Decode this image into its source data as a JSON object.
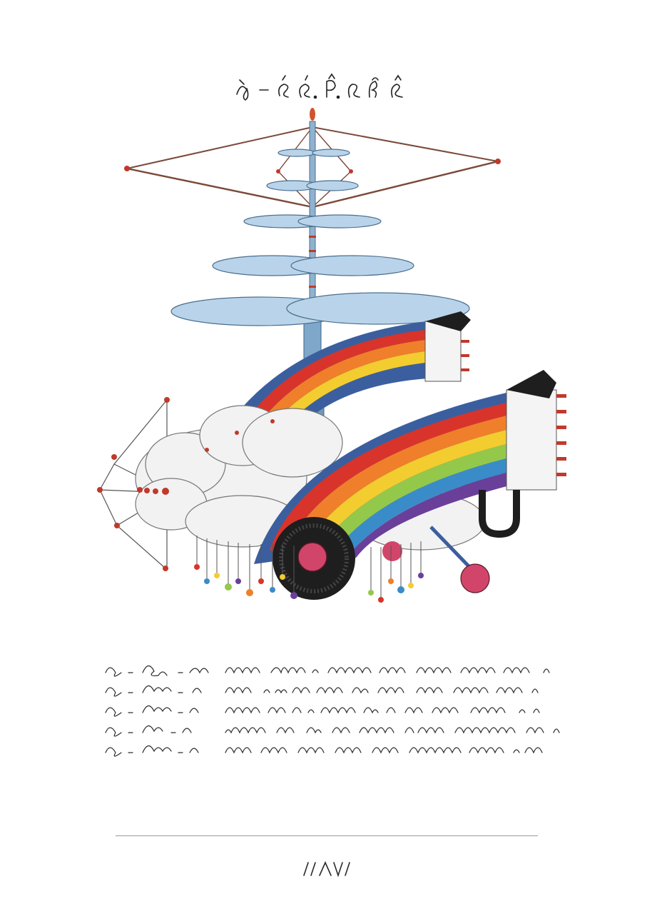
{
  "page": {
    "background": "#ffffff",
    "ink_color": "#222222"
  },
  "title_script": {
    "kind": "invented-script",
    "icon": "script-title-glyphs"
  },
  "illustration": {
    "icon": "flying-cloud-rainbow-machine",
    "colors": {
      "rainbow": [
        "#d8342b",
        "#ef7f2a",
        "#f3cc2f",
        "#94c84a",
        "#3a8cc8",
        "#6a3f99"
      ],
      "frame_blue": "#3b5f9e",
      "cloud": "#f2f2f2",
      "propeller": "#b9d4ea",
      "wheel": "#1e1e1e",
      "hub": "#d2456a"
    }
  },
  "text_block": {
    "kind": "invented-script-paragraph",
    "lines": 5
  },
  "folio": {
    "kind": "invented-script-page-number",
    "icon": "folio-glyphs"
  }
}
